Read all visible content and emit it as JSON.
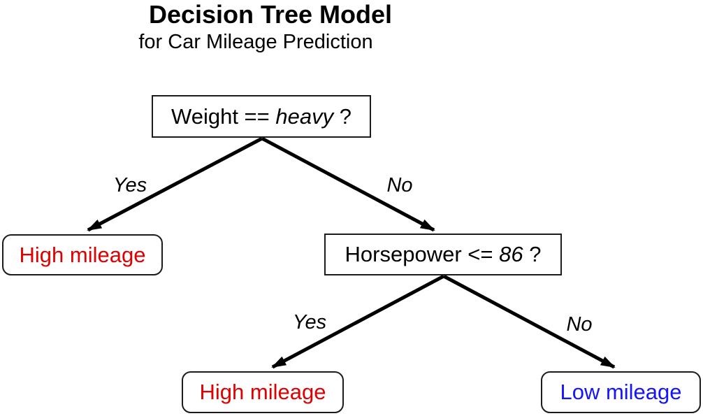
{
  "title": "Decision Tree Model",
  "subtitle": "for Car Mileage Prediction",
  "nodes": {
    "weight": {
      "prefix": "Weight == ",
      "italic": "heavy",
      "suffix": " ?"
    },
    "horsepower": {
      "prefix": "Horsepower <= ",
      "italic": "86",
      "suffix": " ?"
    },
    "leaf_high_1": {
      "label": "High mileage",
      "color": "#e00000"
    },
    "leaf_high_2": {
      "label": "High mileage",
      "color": "#e00000"
    },
    "leaf_low": {
      "label": "Low mileage",
      "color": "#1414ff"
    }
  },
  "edges": {
    "weight_yes": {
      "label": "Yes"
    },
    "weight_no": {
      "label": "No"
    },
    "horsepower_yes": {
      "label": "Yes"
    },
    "horsepower_no": {
      "label": "No"
    }
  },
  "colors": {
    "background": "#ffffff",
    "line": "#000000",
    "box_border": "#1b1b1b",
    "text": "#000000",
    "high_mileage": "#e00000",
    "low_mileage": "#1414ff"
  }
}
